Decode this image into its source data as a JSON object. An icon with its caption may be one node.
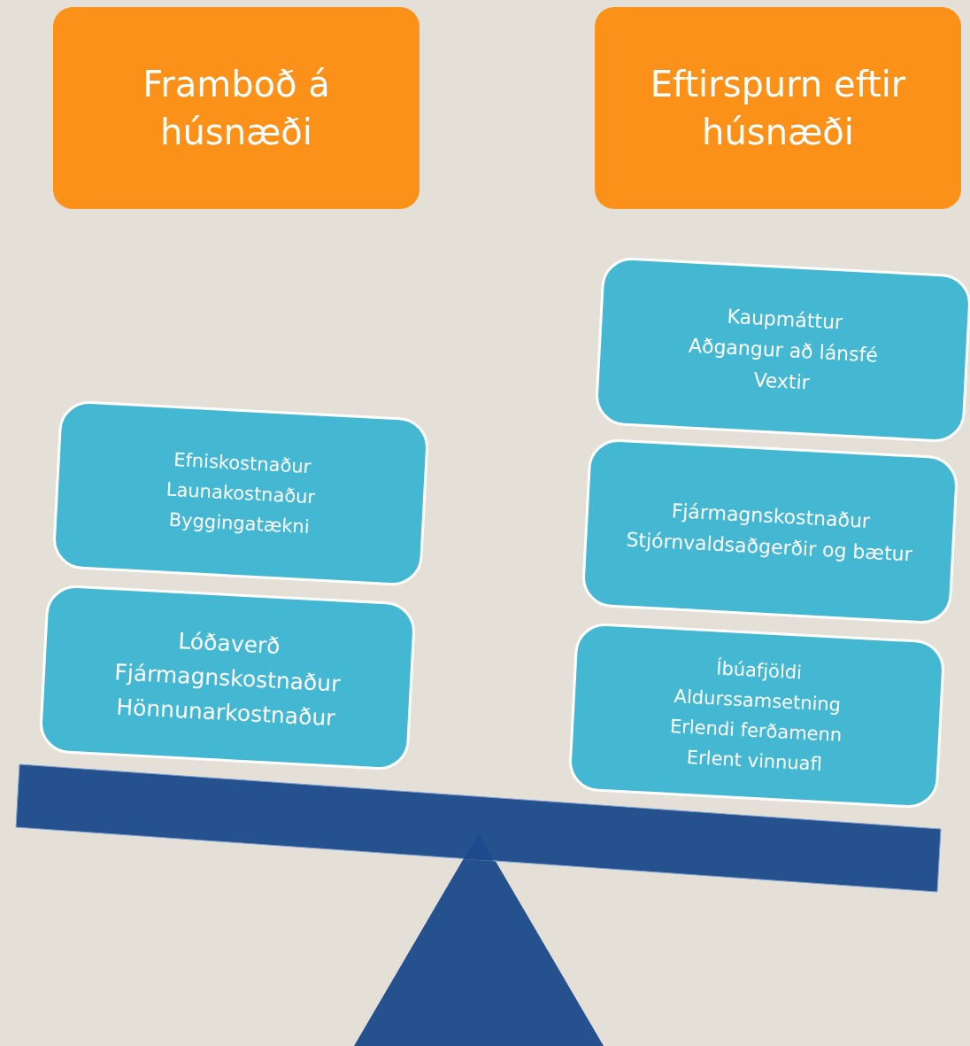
{
  "diagram": {
    "nodes": [
      {
        "text": [
          "Framboð á húsnæði"
        ]
      },
      {
        "text": [
          "Eftirspurn eftir húsnæði"
        ]
      },
      {
        "text": [
          "Efniskostnaður",
          "Launakostnaður",
          "Byggingatækni"
        ]
      },
      {
        "text": [
          "Lóðaverð",
          "Fjármagnskostnaður",
          "Hönnunarkostnaður"
        ]
      },
      {
        "text": [
          "Kaupmáttur",
          "Aðgangur að lánsfé",
          "Vextir"
        ]
      },
      {
        "text": [
          "Fjármagnskostnaður",
          "Stjórnvaldsaðgerðir og bætur"
        ]
      },
      {
        "text": [
          "Íbúafjöldi",
          "Aldurssamsetning",
          "Erlendi ferðamenn",
          "Erlent vinnuafl"
        ]
      }
    ]
  }
}
